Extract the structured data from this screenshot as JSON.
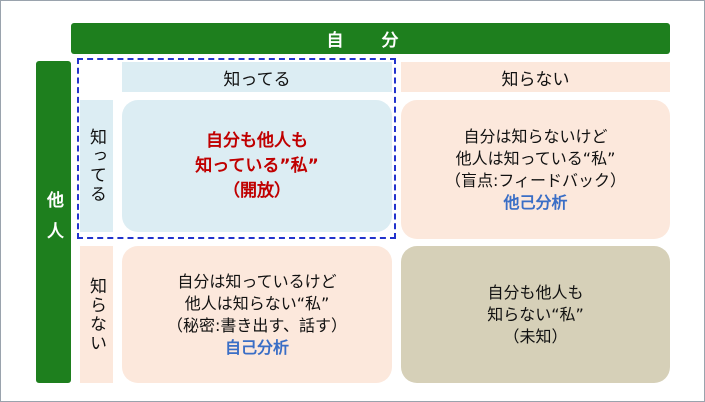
{
  "axes": {
    "top_label": "自 分",
    "left_label": "他人"
  },
  "columns": {
    "known": "知ってる",
    "unknown": "知らない"
  },
  "rows": {
    "known": "知ってる",
    "unknown": "知らない"
  },
  "quadrants": {
    "open": {
      "line1": "自分も他人も",
      "line2": "知っている”私”",
      "line3": "（開放）"
    },
    "blind": {
      "line1": "自分は知らないけど",
      "line2": "他人は知っている“私”",
      "line3": "（盲点:フィードバック）",
      "method": "他己分析"
    },
    "hidden": {
      "line1": "自分は知っているけど",
      "line2": "他人は知らない“私”",
      "line3": "（秘密:書き出す、話す）",
      "method": "自己分析"
    },
    "unknown": {
      "line1": "自分も他人も",
      "line2": "知らない“私”",
      "line3": "（未知）"
    }
  },
  "colors": {
    "axis_green": "#1e7f1e",
    "light_blue": "#dcedf3",
    "peach": "#fce8dc",
    "khaki": "#d6d0b8",
    "emphasis_red": "#c00000",
    "method_blue": "#3a6ec6",
    "dashed_border": "#2233cc"
  }
}
